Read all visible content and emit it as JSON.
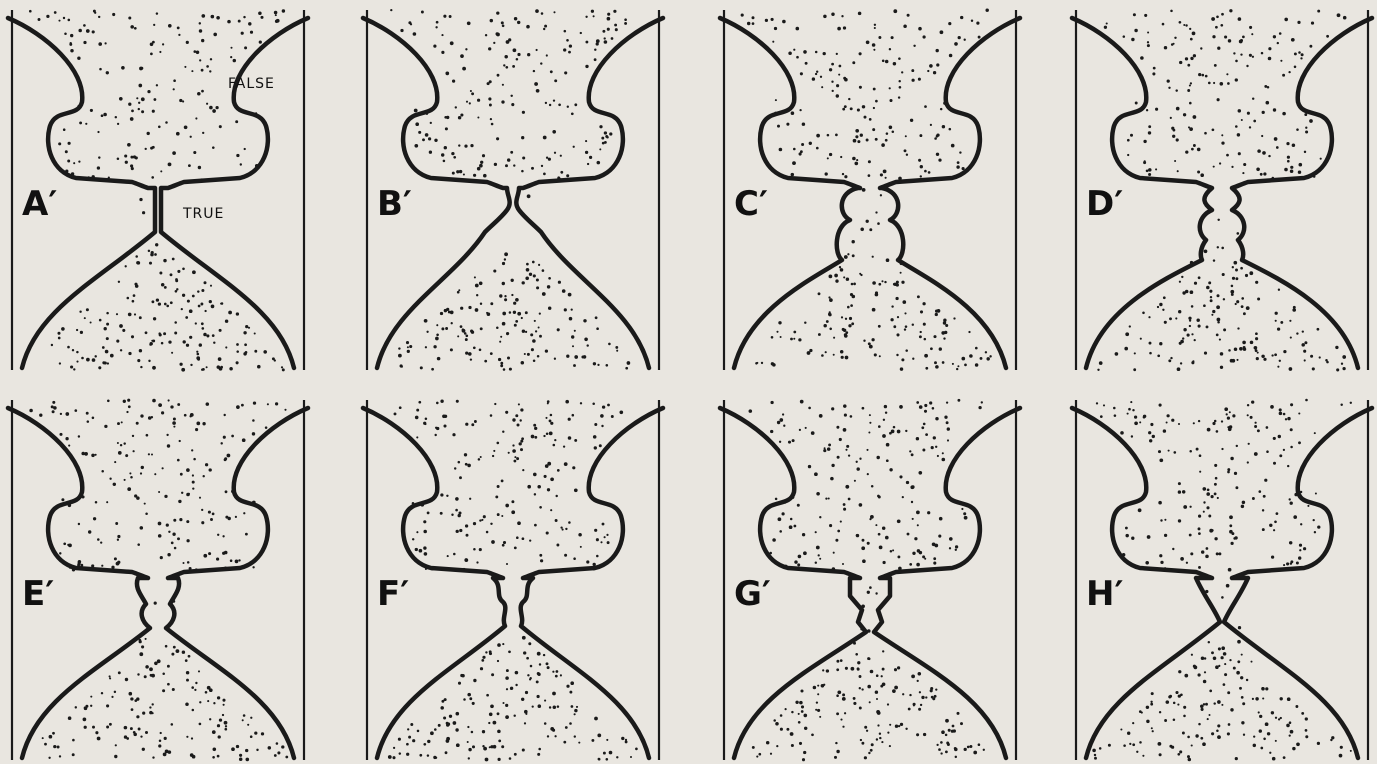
{
  "figure": {
    "labels": {
      "false": "FALSE",
      "true": "TRUE"
    },
    "panels": [
      {
        "id": "A",
        "label": "A′",
        "variant": "narrow-neck"
      },
      {
        "id": "B",
        "label": "B′",
        "variant": "short-neck"
      },
      {
        "id": "C",
        "label": "C′",
        "variant": "bulbous-neck"
      },
      {
        "id": "D",
        "label": "D′",
        "variant": "pinched-neck"
      },
      {
        "id": "E",
        "label": "E′",
        "variant": "wide-neck"
      },
      {
        "id": "F",
        "label": "F′",
        "variant": "wavy-neck"
      },
      {
        "id": "G",
        "label": "G′",
        "variant": "zigzag-neck"
      },
      {
        "id": "H",
        "label": "H′",
        "variant": "v-neck"
      }
    ]
  },
  "colors": {
    "background": "#e9e6e0",
    "ink": "#1a1a1a"
  }
}
